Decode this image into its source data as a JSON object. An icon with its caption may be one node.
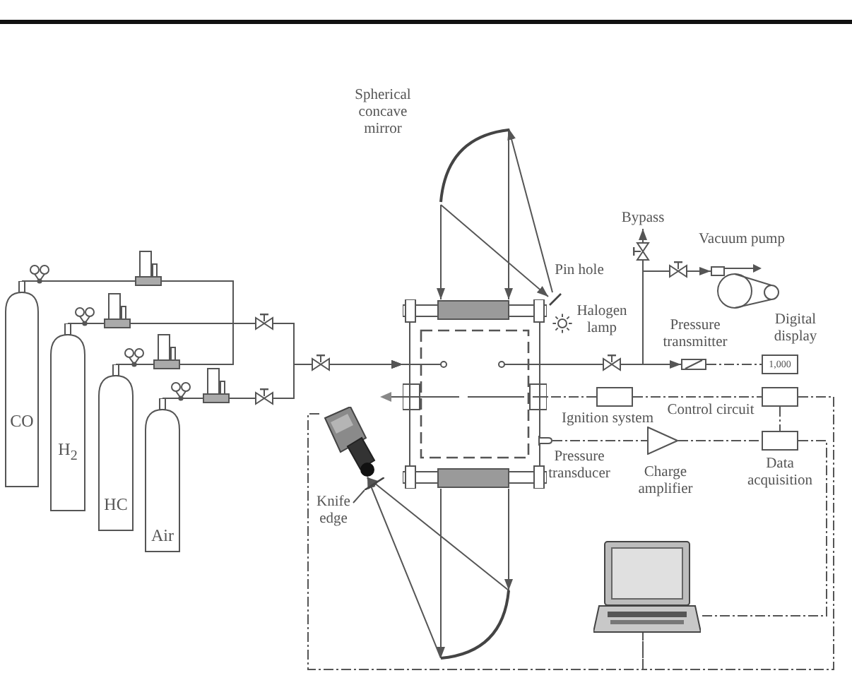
{
  "diagram": {
    "nodes": [
      {
        "text": [
          "CO"
        ]
      },
      {
        "text": [
          "H$_{2}$"
        ]
      },
      {
        "text": [
          "HC"
        ]
      },
      {
        "text": [
          "Air"
        ]
      },
      {
        "text": [],
        "shape": "arc",
        "beside": [
          "Spherical concave mirror"
        ]
      },
      {
        "text": [],
        "shape": "box"
      },
      {
        "text": [],
        "shape": "bar",
        "beside": [
          "Pin hole"
        ]
      },
      {
        "text": [],
        "shape": "arc"
      },
      {
        "text": [],
        "shape": "bar"
      },
      {
        "text": [
          "Knife edge"
        ]
      },
      {
        "text": [],
        "shape": "picture"
      },
      {
        "text": [
          "Bypass"
        ]
      },
      {
        "text": [],
        "shape": "picture",
        "beside": [
          "Vacuum pump"
        ]
      },
      {
        "text": [],
        "shape": "box",
        "beside": [
          "Pressure transmitter"
        ]
      },
      {
        "text": [
          "1,000"
        ],
        "beside": [
          "Digital display"
        ]
      },
      {
        "text": [],
        "shape": "box",
        "beside": [
          "Ignition system"
        ]
      },
      {
        "text": [],
        "shape": "box",
        "beside": [
          "Control circuit"
        ]
      },
      {
        "text": [],
        "shape": "box",
        "beside": [
          "Pressure transducer"
        ]
      },
      {
        "text": [],
        "shape": "triangle",
        "beside": [
          "Charge amplifier"
        ]
      },
      {
        "text": [],
        "shape": "box",
        "beside": [
          "Data acquisition"
        ]
      },
      {
        "text": [],
        "shape": "picture"
      }
    ],
    "edges": [
      {
        "from": 0,
        "to": 5,
        "arrow": "to"
      },
      {
        "from": 1,
        "to": 5,
        "arrow": "to"
      },
      {
        "from": 2,
        "to": 5,
        "arrow": "to"
      },
      {
        "from": 3,
        "to": 5,
        "arrow": "to"
      },
      {
        "from": 5,
        "to": 11,
        "arrow": "to"
      },
      {
        "from": 5,
        "to": 12,
        "arrow": "to"
      },
      {
        "from": 5,
        "to": 13,
        "arrow": "to"
      },
      {
        "from": 13,
        "to": 14,
        "arrow": "none",
        "style": "dashed"
      },
      {
        "from": 6,
        "to": 4,
        "arrow": "to"
      },
      {
        "from": 4,
        "to": 6,
        "arrow": "to"
      },
      {
        "from": 4,
        "to": 5,
        "arrow": "to"
      },
      {
        "from": 4,
        "to": 5,
        "arrow": "to"
      },
      {
        "from": 5,
        "to": 7,
        "arrow": "to"
      },
      {
        "from": 5,
        "to": 7,
        "arrow": "to"
      },
      {
        "from": 7,
        "to": 10,
        "arrow": "to"
      },
      {
        "from": 7,
        "to": 10,
        "arrow": "to"
      },
      {
        "from": 9,
        "to": 8,
        "arrow": "none"
      },
      {
        "from": 15,
        "to": 5,
        "arrow": "none",
        "style": "dashed"
      },
      {
        "from": 15,
        "to": 16,
        "arrow": "none",
        "style": "dashed"
      },
      {
        "from": 16,
        "to": 19,
        "arrow": "none",
        "style": "dashed"
      },
      {
        "from": 17,
        "to": 18,
        "arrow": "none",
        "style": "dashed"
      },
      {
        "from": 18,
        "to": 19,
        "arrow": "none",
        "style": "dashed"
      },
      {
        "from": 16,
        "to": 20,
        "arrow": "none",
        "style": "dashed"
      },
      {
        "from": 19,
        "to": 20,
        "arrow": "none",
        "style": "dashed"
      },
      {
        "from": 10,
        "to": 20,
        "arrow": "none",
        "style": "dashed"
      }
    ],
    "labels": [
      "Halogen lamp"
    ]
  }
}
